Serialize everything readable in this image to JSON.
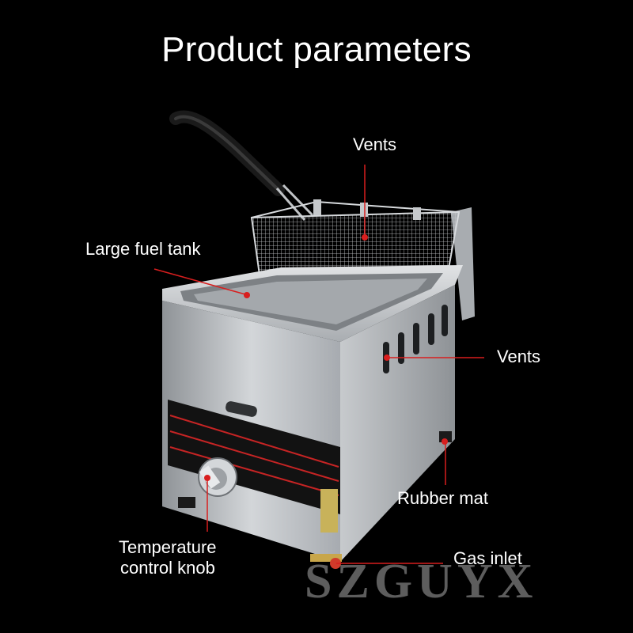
{
  "title": "Product parameters",
  "labels": {
    "vents_top": "Vents",
    "fuel_tank": "Large fuel tank",
    "vents_side": "Vents",
    "rubber_mat": "Rubber mat",
    "temp_knob_line1": "Temperature",
    "temp_knob_line2": "control knob",
    "gas_inlet": "Gas inlet"
  },
  "watermark": "SZGUYX",
  "colors": {
    "background": "#000000",
    "callout_line": "#d81e1e",
    "steel": "#b9bcc0",
    "text": "#ffffff"
  }
}
